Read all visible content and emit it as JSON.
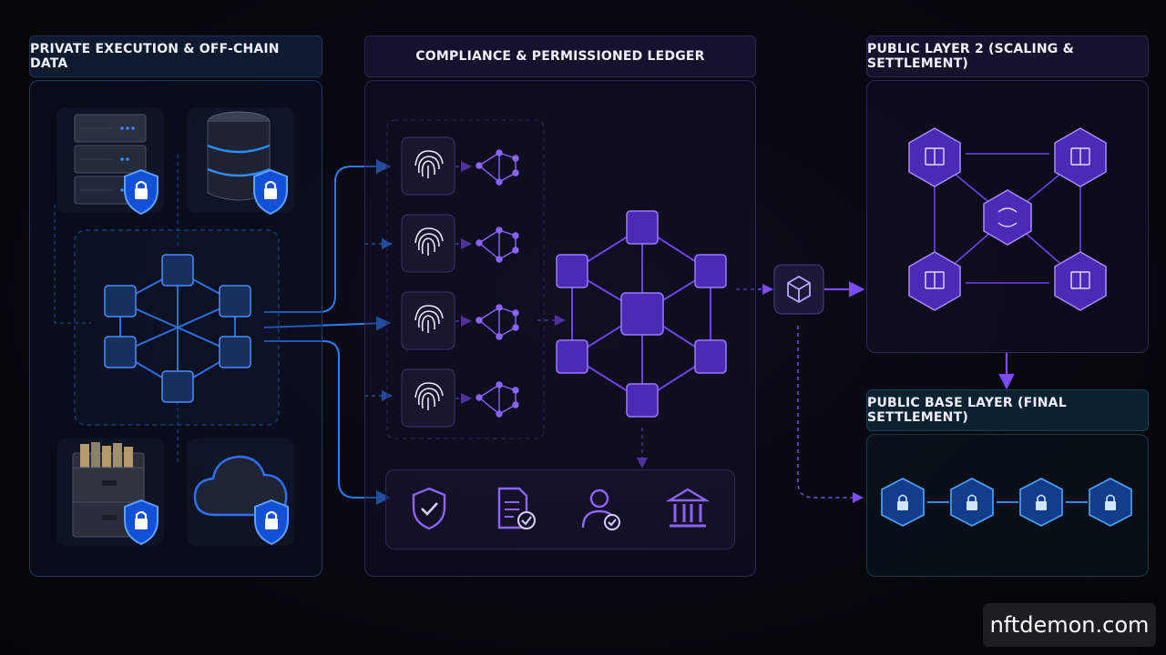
{
  "headers": {
    "private": "PRIVATE EXECUTION & OFF-CHAIN DATA",
    "compliance": "COMPLIANCE & PERMISSIONED LEDGER",
    "layer2": "PUBLIC LAYER 2 (SCALING & SETTLEMENT)",
    "base": "PUBLIC BASE LAYER (FINAL SETTLEMENT)"
  },
  "icons": {
    "private_sources": [
      "server-rack-icon",
      "database-icon",
      "file-cabinet-icon",
      "cloud-icon"
    ],
    "lock_badge": "shield-lock-icon",
    "identity": "fingerprint-icon",
    "permissioned_node": "node-network-icon",
    "compliance_items": [
      "shield-check-icon",
      "document-check-icon",
      "user-verified-icon",
      "bank-icon"
    ],
    "gateway": "cube-icon",
    "rollup": "ledger-cube-icon",
    "rollup_center": "sync-cube-icon",
    "base_block": "lock-cube-icon"
  },
  "colors": {
    "private_accent": "#2f7bff",
    "compliance_accent": "#7b4dff",
    "base_accent": "#1e8bff"
  },
  "watermark": "nftdemon.com"
}
